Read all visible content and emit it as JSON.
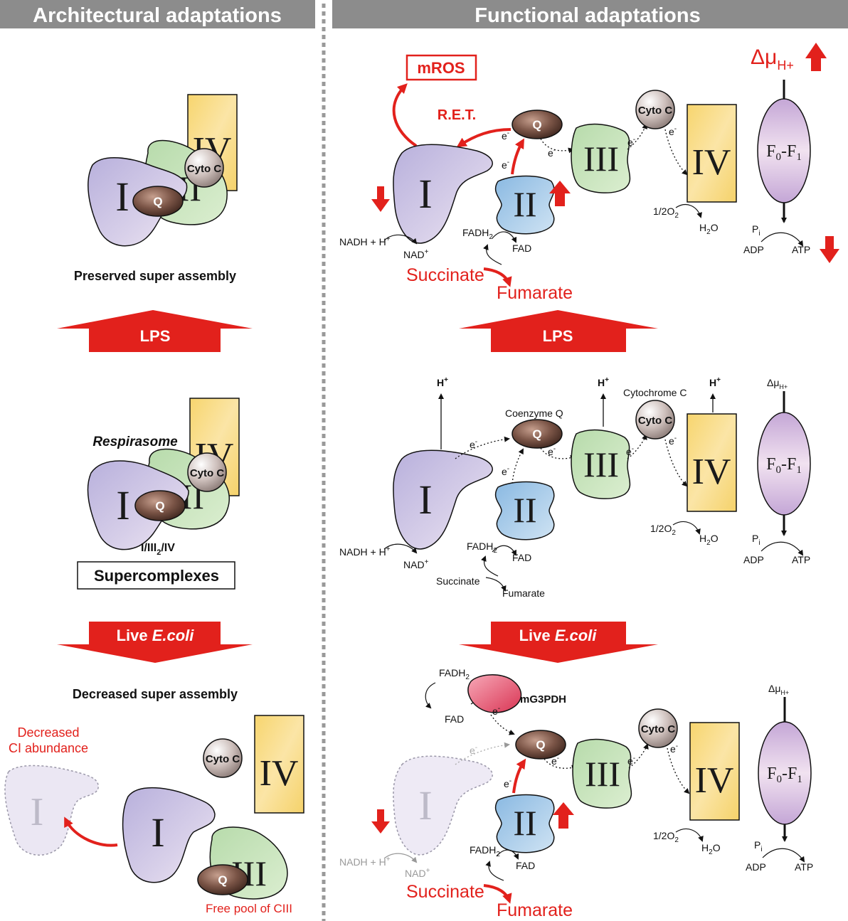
{
  "headers": {
    "left": "Architectural adaptations",
    "right": "Functional adaptations"
  },
  "complexes": {
    "c1": "I",
    "c2": "II",
    "c3": "III",
    "c4": "IV",
    "q": "Q",
    "cyto": "Cyto C",
    "f0": "F",
    "f0sub": "0",
    "f1": "-F",
    "f1sub": "1"
  },
  "left": {
    "preserved": "Preserved super assembly",
    "lps": "LPS",
    "respirasome": "Respirasome",
    "formula_a": "I/III",
    "formula_sub": "2",
    "formula_b": "/IV",
    "supercomplexes": "Supercomplexes",
    "live": "Live ",
    "ecoli": "E.coli",
    "decreased": "Decreased super assembly",
    "ci_line1": "Decreased",
    "ci_line2": "CI abundance",
    "free_pool": "Free pool of CIII"
  },
  "right": {
    "mros": "mROS",
    "ret": "R.E.T.",
    "delta_mu": "Δμ",
    "delta_sub": "H+",
    "lps": "LPS",
    "live": "Live ",
    "ecoli": "E.coli",
    "mg3pdh": "mG3PDH",
    "coenzyme_q": "Coenzyme Q",
    "cytochrome_c": "Cytochrome C",
    "hplus": "H",
    "plus": "+",
    "eminus": "e",
    "minus": "-"
  },
  "chem": {
    "nadh": "NADH + H",
    "nad": "NAD",
    "plus": "+",
    "fadh": "FADH",
    "two": "2",
    "fad": "FAD",
    "succinate": "Succinate",
    "fumarate": "Fumarate",
    "halfo2": "1/2O",
    "h2o_a": "H",
    "h2o_b": "O",
    "pi": "P",
    "pi_sub": "i",
    "adp": "ADP",
    "atp": "ATP"
  }
}
